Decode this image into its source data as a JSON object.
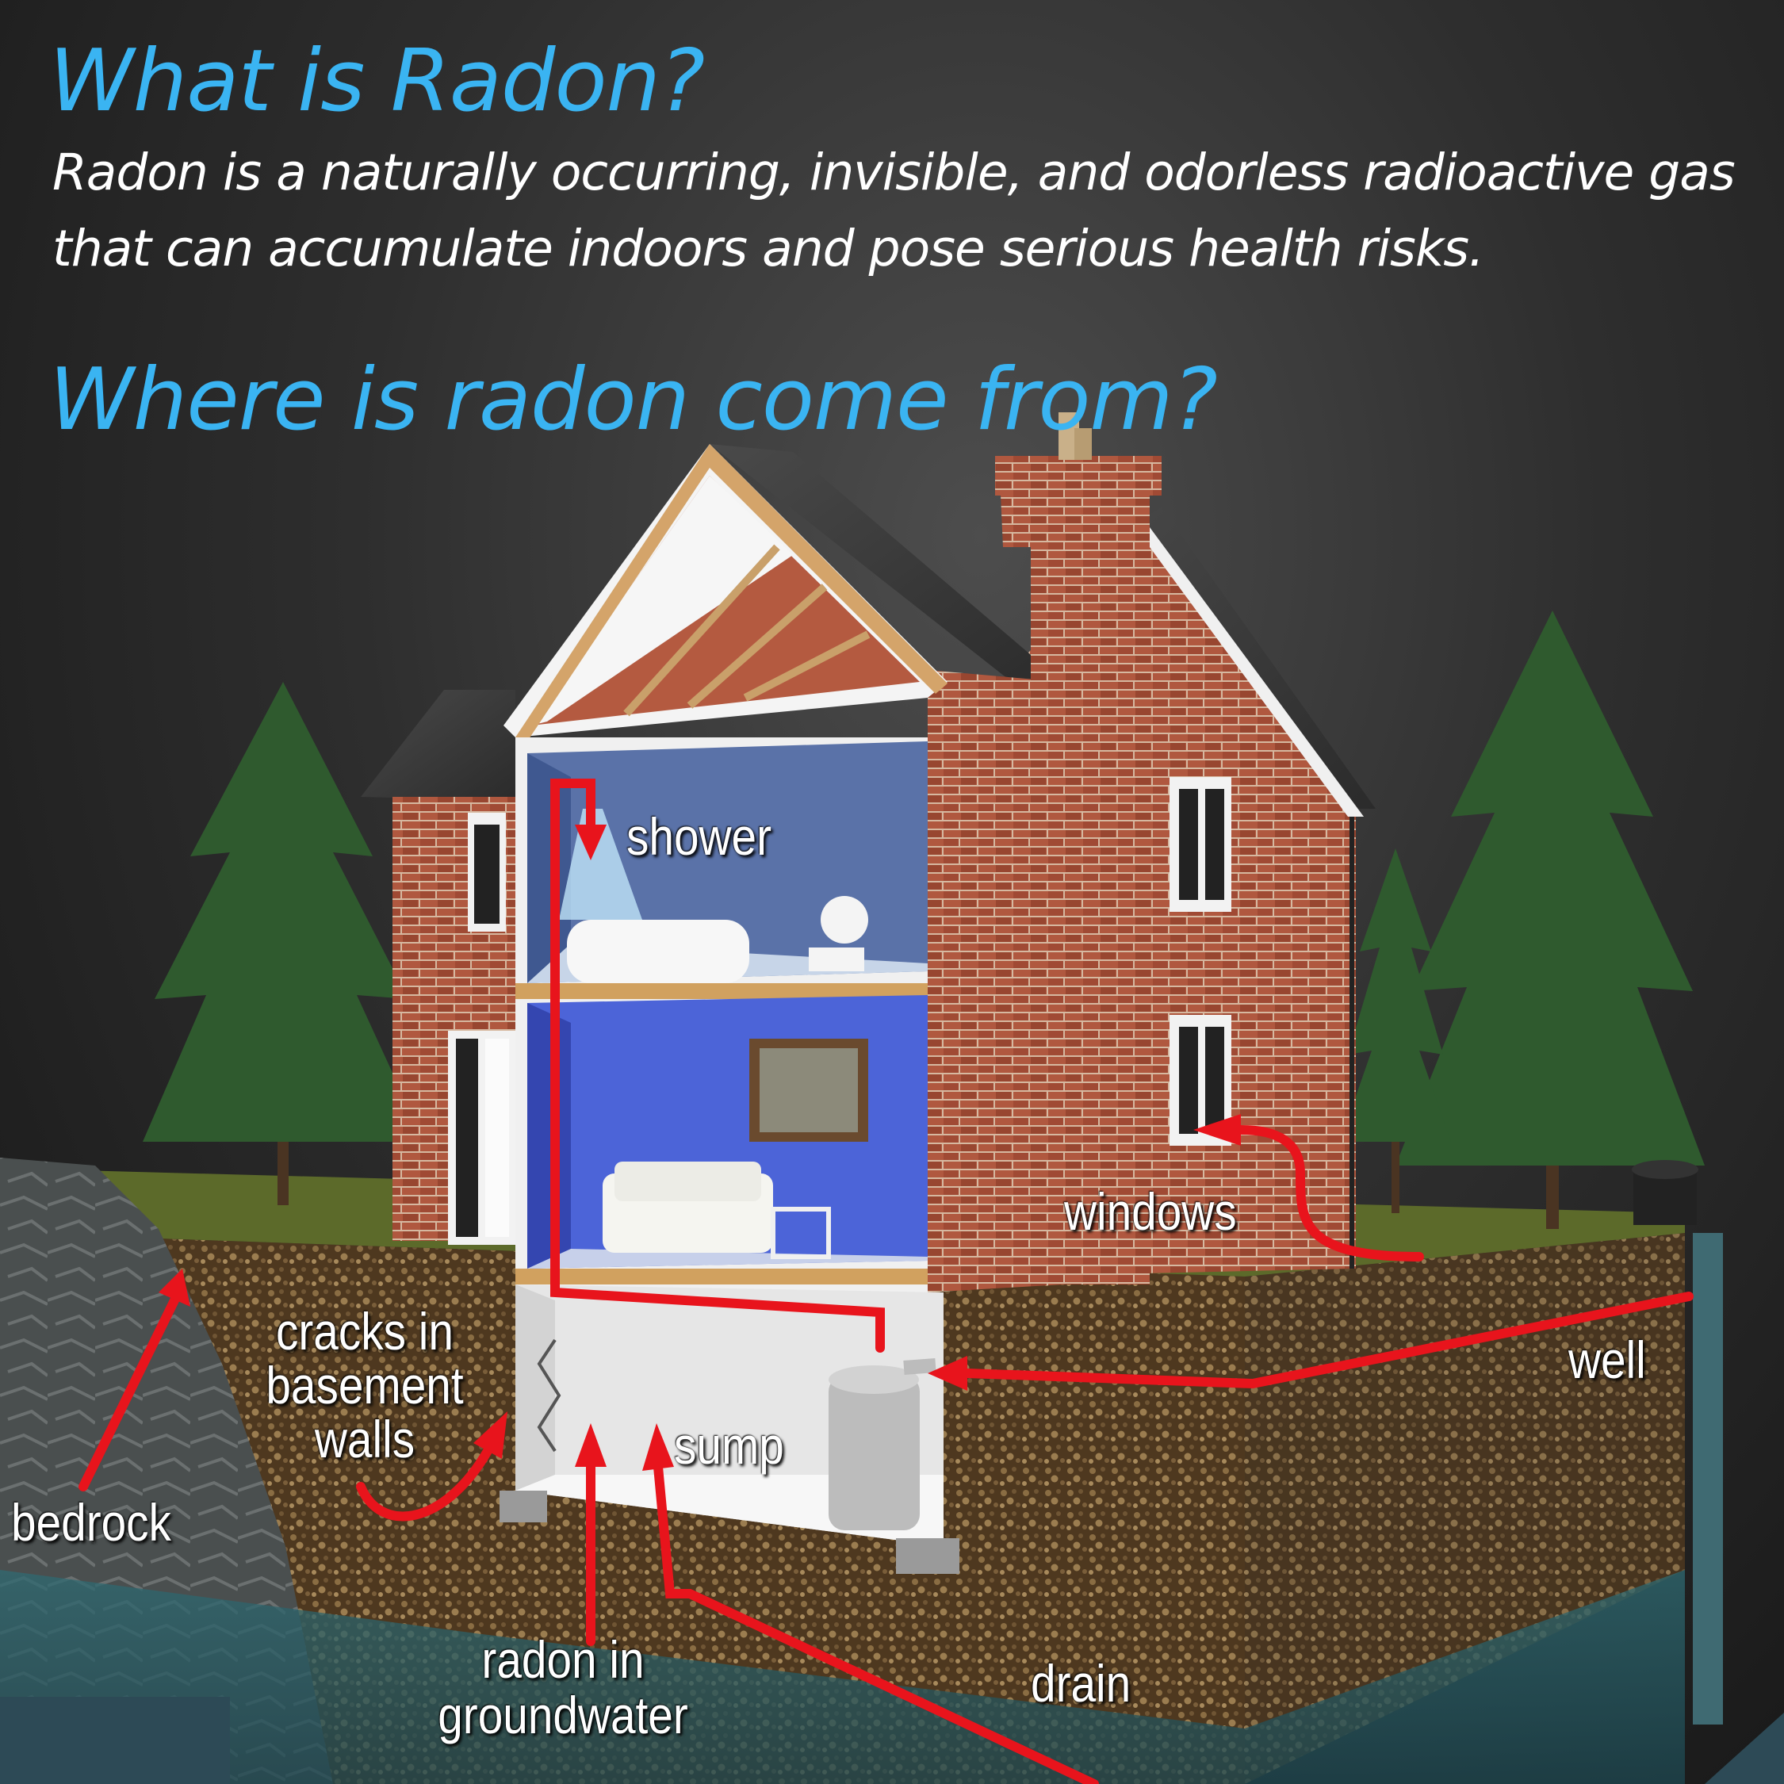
{
  "header": {
    "title": "What is Radon?",
    "intro": "Radon is a naturally occurring, invisible, and odorless radioactive gas that can accumulate indoors and pose serious health risks.",
    "subtitle": "Where is radon come from?"
  },
  "diagram": {
    "labels": {
      "shower": "shower",
      "windows": "windows",
      "well": "well",
      "sump": "sump",
      "bedrock": "bedrock",
      "drain": "drain",
      "cracks": [
        "cracks in",
        "basement",
        "walls"
      ],
      "groundwater": [
        "radon in",
        "groundwater"
      ]
    },
    "colors": {
      "heading": "#3ab4f2",
      "arrow": "#e8141c",
      "brick": "#a4503a",
      "soil": "#5a4024",
      "wall_blue": "#4c64d8",
      "tree": "#2f5a2e"
    }
  }
}
